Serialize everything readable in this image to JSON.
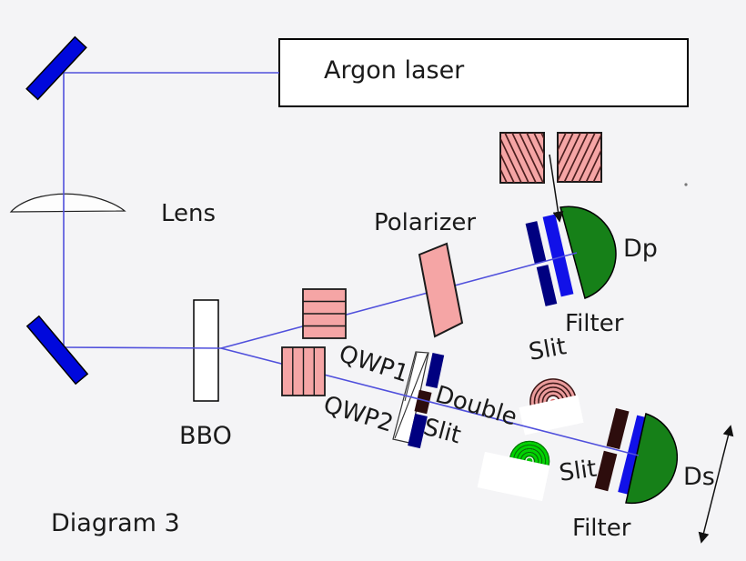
{
  "title": "Diagram 3",
  "components": {
    "laser": {
      "label": "Argon laser"
    },
    "lens": {
      "label": "Lens"
    },
    "bbo": {
      "label": "BBO"
    },
    "qwp1": {
      "label": "QWP1"
    },
    "qwp2": {
      "label": "QWP2"
    },
    "polarizer": {
      "label": "Polarizer"
    },
    "double_slit": {
      "label_line1": "Double",
      "label_line2": "Slit"
    },
    "detector_p": {
      "label": "Dp",
      "filter_label": "Filter",
      "slit_label": "Slit"
    },
    "detector_s": {
      "label": "Ds",
      "filter_label": "Filter",
      "slit_label": "Slit"
    }
  },
  "colors": {
    "background": "#F4F4F6",
    "beam": "#5050DC",
    "mirror": "#0008DC",
    "component_pink": "#F5A5A5",
    "filter_blue": "#1111E8",
    "slit_navy": "#000080",
    "slit_maroon": "#2D0D0D",
    "detector_green": "#168018",
    "interference_red": "#E89898",
    "interference_green": "#00D400",
    "screen_white": "#FFFFFF"
  }
}
